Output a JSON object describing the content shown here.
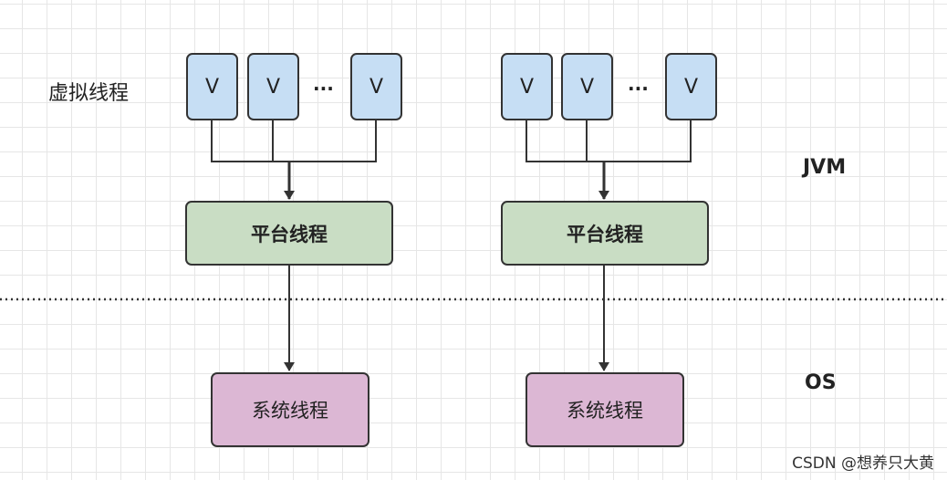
{
  "labels": {
    "virtual_threads": "虚拟线程",
    "jvm": "JVM",
    "os": "OS"
  },
  "groups": [
    {
      "virtual_threads": [
        "V",
        "V",
        "V"
      ],
      "ellipsis": "...",
      "platform_thread": "平台线程",
      "system_thread": "系统线程"
    },
    {
      "virtual_threads": [
        "V",
        "V",
        "V"
      ],
      "ellipsis": "...",
      "platform_thread": "平台线程",
      "system_thread": "系统线程"
    }
  ],
  "watermark": "CSDN @想养只大黄",
  "colors": {
    "virtual_box": "#c6def4",
    "platform_box": "#c9ddc4",
    "system_box": "#dcb7d4",
    "stroke": "#333333"
  }
}
